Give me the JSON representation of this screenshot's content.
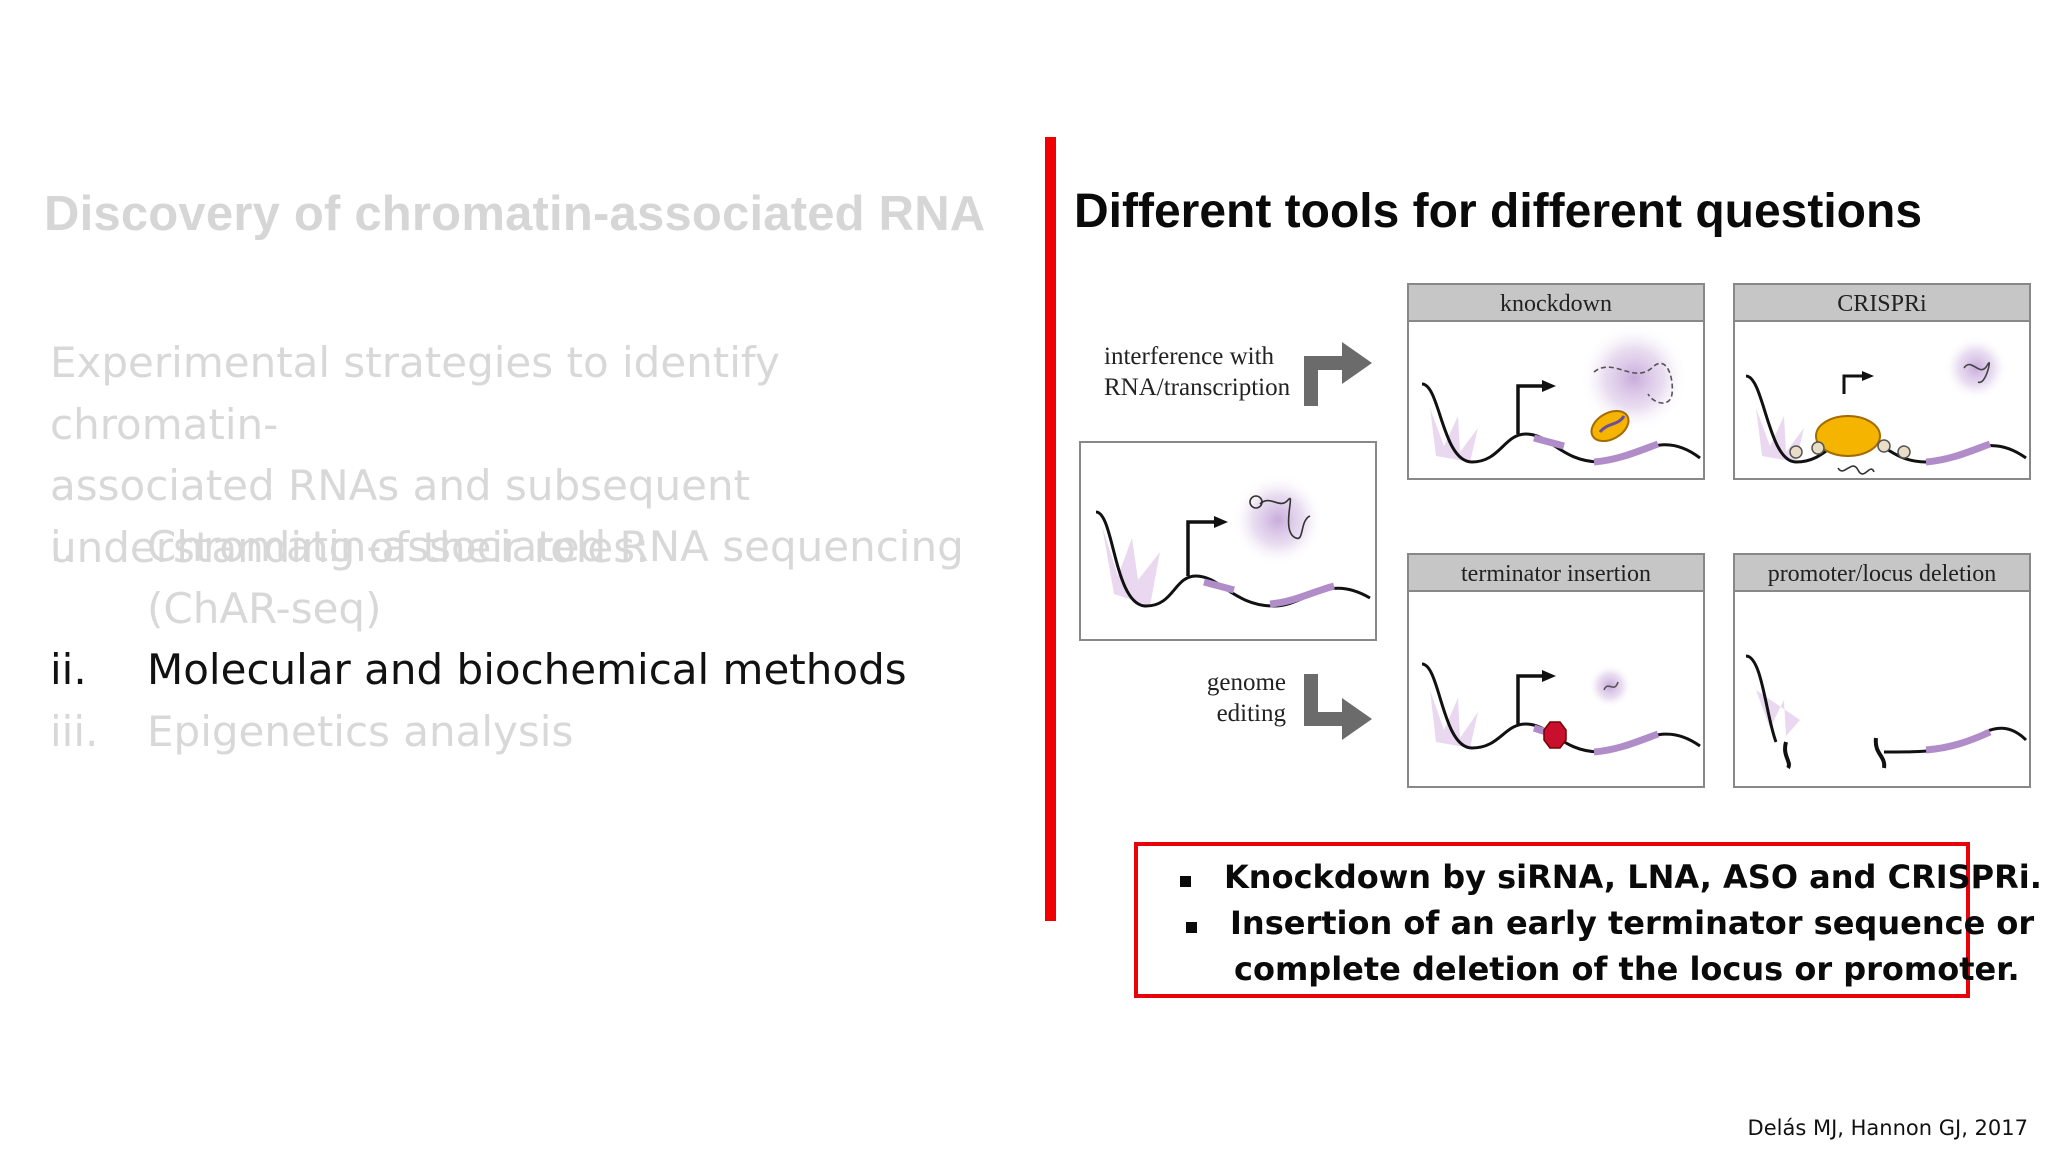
{
  "left": {
    "title": "Discovery of chromatin-associated RNA",
    "intro_lines": [
      "Experimental strategies to identify chromatin-",
      "associated RNAs and subsequent",
      "understanding of their roles:"
    ],
    "items": [
      {
        "num": "i.",
        "lines": [
          "Chromatin-associated RNA sequencing",
          "(ChAR-seq)"
        ],
        "active": false
      },
      {
        "num": "ii.",
        "lines": [
          "Molecular and biochemical methods"
        ],
        "active": true
      },
      {
        "num": "iii.",
        "lines": [
          "Epigenetics analysis"
        ],
        "active": false
      }
    ]
  },
  "right": {
    "title": "Different tools for different questions",
    "figure": {
      "label_top": [
        "interference with",
        "RNA/transcription"
      ],
      "label_bottom": [
        "genome",
        "editing"
      ],
      "panels": [
        "knockdown",
        "CRISPRi",
        "terminator insertion",
        "promoter/locus deletion"
      ]
    },
    "callout": {
      "bullets": [
        {
          "lines": [
            "Knockdown by siRNA, LNA, ASO and CRISPRi."
          ]
        },
        {
          "lines": [
            "Insertion of an early terminator sequence or",
            "complete deletion of the locus or promoter."
          ]
        }
      ]
    }
  },
  "citation": "Delás MJ, Hannon GJ, 2017",
  "colors": {
    "accent_red": "#f00000",
    "dimmed_text": "#d8d8d8",
    "active_text": "#111111",
    "rna_purple": "#b08cc8"
  }
}
